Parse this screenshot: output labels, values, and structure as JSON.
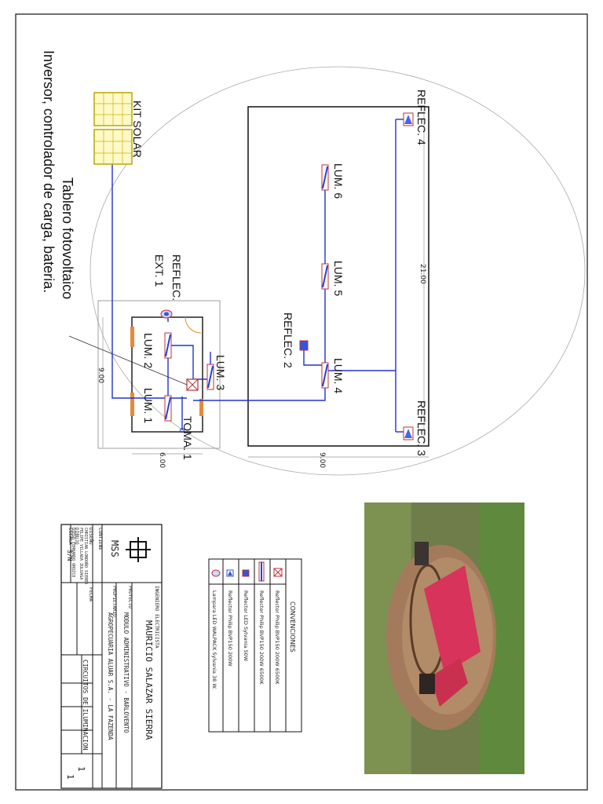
{
  "drawing": {
    "labels": {
      "kit_solar": "KIT SOLAR",
      "inversor": "Inversor, controlador de carga, bateria.",
      "tablero": "Tablero fotovoltaico",
      "reflec_ext1_a": "REFLEC.",
      "reflec_ext1_b": "EXT. 1",
      "reflec2": "REFLEC. 2",
      "reflec3": "REFLEC. 3",
      "reflec4": "REFLEC. 4",
      "lum1": "LUM. 1",
      "lum2": "LUM. 2",
      "lum3": "LUM. 3",
      "lum4": "LUM. 4",
      "lum5": "LUM. 5",
      "lum6": "LUM. 6",
      "toma1": "TOMA. 1"
    },
    "dimensions": {
      "d21": "21.00",
      "d9_right": "9.00",
      "d9_left": "9.00",
      "d6": "6.00"
    }
  },
  "legend": {
    "title": "CONVENCIONES",
    "items": [
      "Reflector Philip BVP150 200W 6500K",
      "Reflector Philip BVP150 200W 6500K",
      "Reflector LED Sylvania 50W",
      "Reflector Philip BVP150 200W",
      "Lampara LED WALPACK Sylvania 38 W."
    ]
  },
  "titleblock": {
    "ingeniero_label": "INGENIERO ELECTRICISTA",
    "ingeniero": "MAURICIO SALAZAR SIERRA",
    "proyecto_label": "PROYECTO",
    "proyecto": "MODULO ADMINISTRATIVO - BARLOVENTO",
    "propietario_label": "PROPIETARIO",
    "propietario": "AGROPECUARIA ALUAR S.A. - LA FAZENDA",
    "contiene_label": "CONTIENE",
    "contiene": "CIRCUITOS DE ILUMINACION",
    "diseno_label": "DISEÑO",
    "diseno_1": "CHRISTIAN LONDOÑO SIERRA",
    "diseno_2": "FELIPE VILLADA ZULUAGA",
    "dibujo_label": "DIBUJO",
    "dibujo_1": "DIEGO FERNANDO OROZCO",
    "escala_label": "ESCALA",
    "escala": "S/N",
    "fecha_label": "FECHA",
    "logo": "MSS",
    "sheet": "1",
    "sheet_total": "1"
  }
}
